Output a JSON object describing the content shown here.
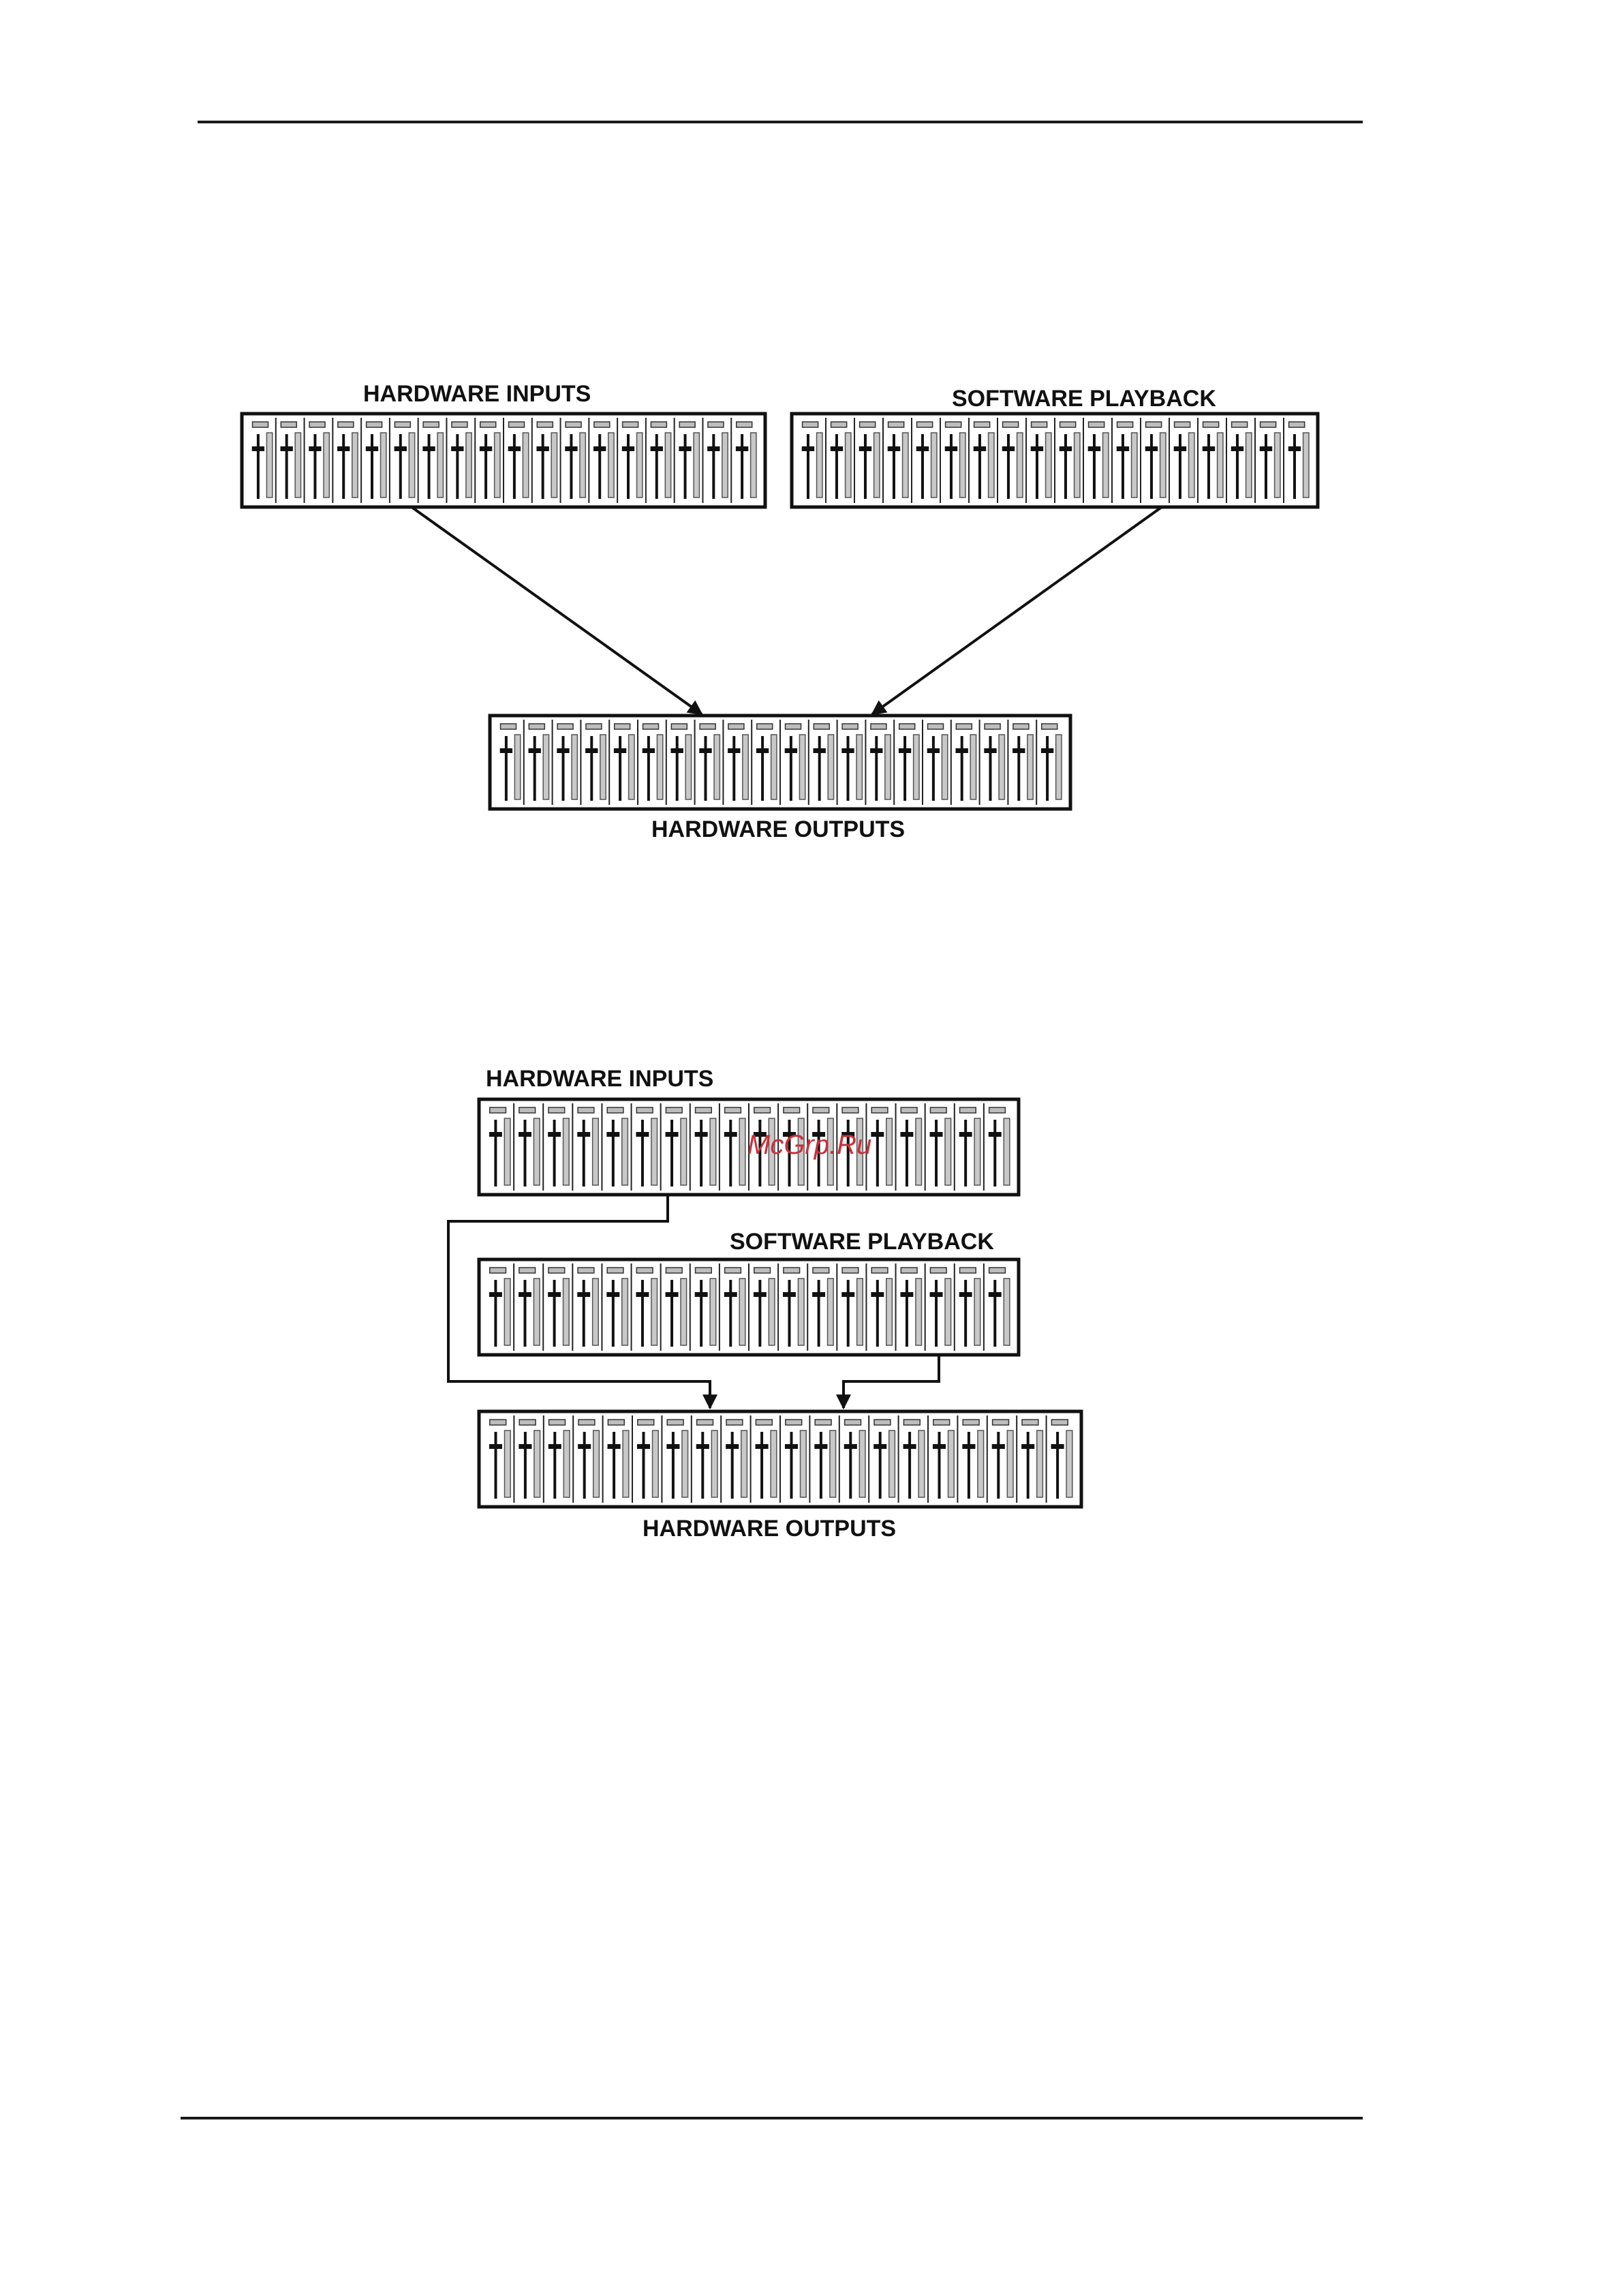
{
  "diagram1": {
    "hardware_inputs": {
      "label": "HARDWARE INPUTS",
      "channels": 18
    },
    "software_playback": {
      "label": "SOFTWARE PLAYBACK",
      "channels": 18
    },
    "hardware_outputs": {
      "label": "HARDWARE OUTPUTS",
      "channels": 20
    }
  },
  "diagram2": {
    "hardware_inputs": {
      "label": "HARDWARE INPUTS",
      "channels": 18
    },
    "software_playback": {
      "label": "SOFTWARE PLAYBACK",
      "channels": 18
    },
    "hardware_outputs": {
      "label": "HARDWARE OUTPUTS",
      "channels": 20
    }
  },
  "watermark": "McGrp.Ru"
}
